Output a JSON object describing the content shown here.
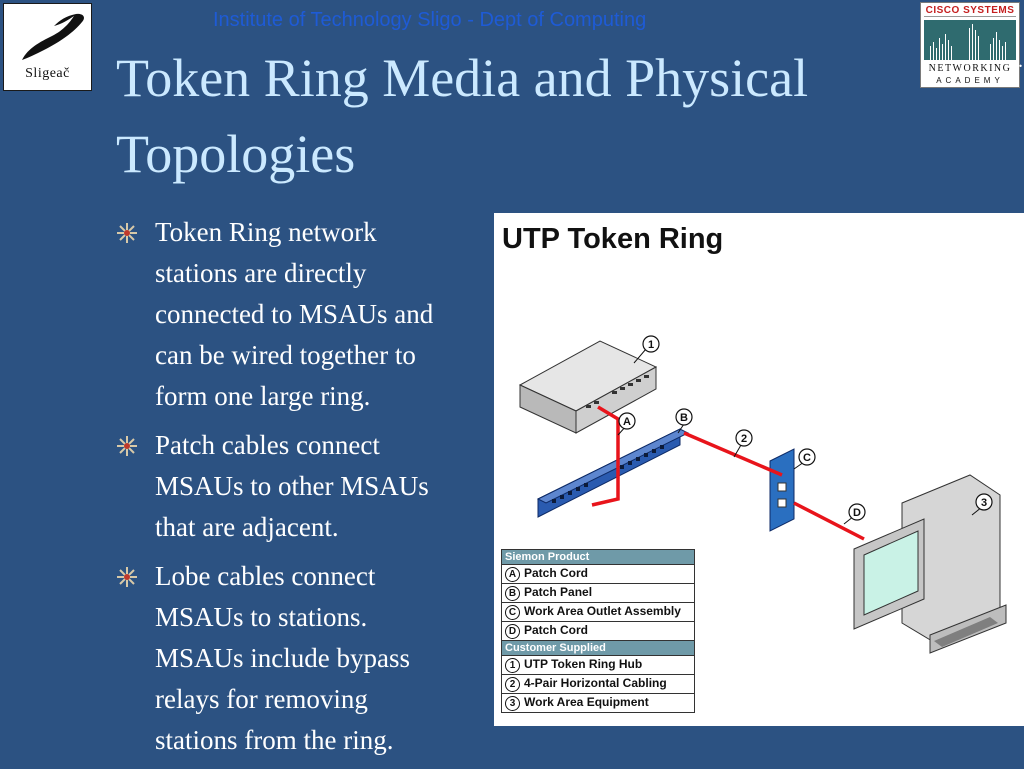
{
  "header": {
    "institute": "Institute of Technology Sligo - Dept of Computing"
  },
  "logo_left": {
    "wordmark": "Sligeač"
  },
  "logo_right": {
    "brand": "CISCO SYSTEMS",
    "line1": "NETWORKING",
    "line2": "ACADEMY"
  },
  "title": "Token Ring Media and Physical Topologies",
  "bullets": [
    {
      "text": "Token Ring network\nstations are directly\nconnected to MSAUs and\ncan be wired together to\nform one large ring."
    },
    {
      "text": "Patch cables connect\nMSAUs to other MSAUs\nthat are adjacent."
    },
    {
      "text": "Lobe cables connect\nMSAUs to stations.\nMSAUs include bypass\nrelays for removing\nstations from the ring."
    }
  ],
  "diagram": {
    "title": "UTP Token Ring",
    "callouts": {
      "c1": "1",
      "c2": "2",
      "c3": "3",
      "cA": "A",
      "cB": "B",
      "cC": "C",
      "cD": "D"
    },
    "legend": {
      "section1": "Siemon Product",
      "items1": [
        {
          "key": "A",
          "label": "Patch Cord"
        },
        {
          "key": "B",
          "label": "Patch Panel"
        },
        {
          "key": "C",
          "label": "Work Area Outlet Assembly"
        },
        {
          "key": "D",
          "label": "Patch Cord"
        }
      ],
      "section2": "Customer Supplied",
      "items2": [
        {
          "key": "1",
          "label": "UTP Token Ring Hub"
        },
        {
          "key": "2",
          "label": "4-Pair Horizontal Cabling"
        },
        {
          "key": "3",
          "label": "Work Area Equipment"
        }
      ]
    }
  },
  "colors": {
    "background": "#2c5282",
    "title": "#cbe9ff",
    "header": "#1e5bd6",
    "cable": "#e8141b",
    "panel": "#2a5bb0"
  }
}
